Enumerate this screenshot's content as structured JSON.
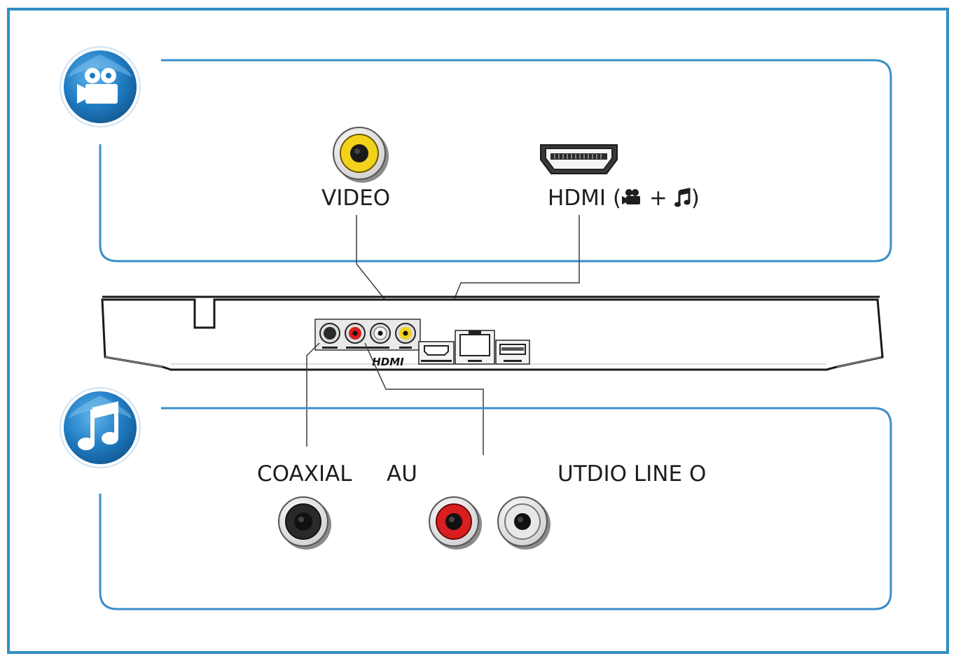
{
  "labels": {
    "video": "VIDEO",
    "hdmi": "HDMI",
    "hdmi_open": "(",
    "hdmi_plus": "+",
    "hdmi_close": ")",
    "coaxial": "COAXIAL",
    "au": "AU",
    "audio_line_out": "UTDIO LINE O"
  },
  "device": {
    "hdmi_logo": "HDMI"
  },
  "colors": {
    "frame": "#2f8fc4",
    "panel_border": "#3a8fc9",
    "icon_blue": "#1f7bc2",
    "video_jack": "#f2d21a",
    "audio_red": "#d81e1e",
    "audio_white": "#e8e8e8",
    "coaxial": "#2a2a2a"
  },
  "icons": {
    "top_panel": "video-camera-icon",
    "bottom_panel": "music-note-icon",
    "hdmi_glyph_camera": "video-camera-icon",
    "hdmi_glyph_note": "music-note-icon"
  }
}
